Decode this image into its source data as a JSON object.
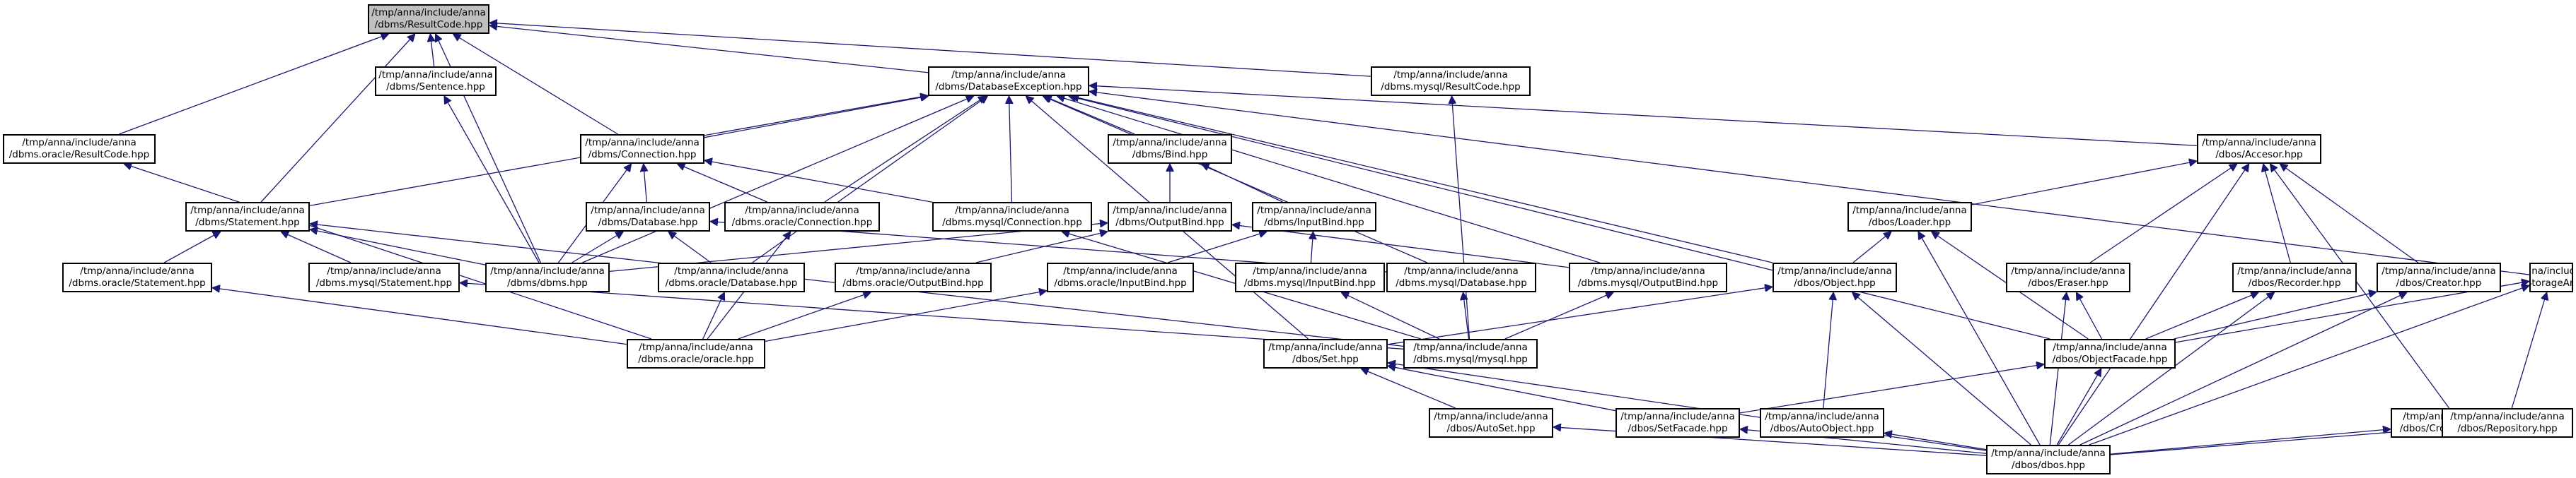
{
  "colors": {
    "edge": "#191970",
    "node_border": "#000000",
    "root_fill": "#bfbfbf",
    "node_fill": "#ffffff"
  },
  "nodes": {
    "resultcode": {
      "line1": "/tmp/anna/include/anna",
      "line2": "/dbms/ResultCode.hpp"
    },
    "sentence": {
      "line1": "/tmp/anna/include/anna",
      "line2": "/dbms/Sentence.hpp"
    },
    "dbexception": {
      "line1": "/tmp/anna/include/anna",
      "line2": "/dbms/DatabaseException.hpp"
    },
    "mysql_resultcode": {
      "line1": "/tmp/anna/include/anna",
      "line2": "/dbms.mysql/ResultCode.hpp"
    },
    "oracle_resultcode": {
      "line1": "/tmp/anna/include/anna",
      "line2": "/dbms.oracle/ResultCode.hpp"
    },
    "connection": {
      "line1": "/tmp/anna/include/anna",
      "line2": "/dbms/Connection.hpp"
    },
    "bind": {
      "line1": "/tmp/anna/include/anna",
      "line2": "/dbms/Bind.hpp"
    },
    "accesor": {
      "line1": "/tmp/anna/include/anna",
      "line2": "/dbos/Accesor.hpp"
    },
    "statement": {
      "line1": "/tmp/anna/include/anna",
      "line2": "/dbms/Statement.hpp"
    },
    "database": {
      "line1": "/tmp/anna/include/anna",
      "line2": "/dbms/Database.hpp"
    },
    "oracle_connection": {
      "line1": "/tmp/anna/include/anna",
      "line2": "/dbms.oracle/Connection.hpp"
    },
    "mysql_connection": {
      "line1": "/tmp/anna/include/anna",
      "line2": "/dbms.mysql/Connection.hpp"
    },
    "outputbind": {
      "line1": "/tmp/anna/include/anna",
      "line2": "/dbms/OutputBind.hpp"
    },
    "inputbind": {
      "line1": "/tmp/anna/include/anna",
      "line2": "/dbms/InputBind.hpp"
    },
    "loader": {
      "line1": "/tmp/anna/include/anna",
      "line2": "/dbos/Loader.hpp"
    },
    "oracle_statement": {
      "line1": "/tmp/anna/include/anna",
      "line2": "/dbms.oracle/Statement.hpp"
    },
    "mysql_statement": {
      "line1": "/tmp/anna/include/anna",
      "line2": "/dbms.mysql/Statement.hpp"
    },
    "dbms": {
      "line1": "/tmp/anna/include/anna",
      "line2": "/dbms/dbms.hpp"
    },
    "oracle_database": {
      "line1": "/tmp/anna/include/anna",
      "line2": "/dbms.oracle/Database.hpp"
    },
    "oracle_outputbind": {
      "line1": "/tmp/anna/include/anna",
      "line2": "/dbms.oracle/OutputBind.hpp"
    },
    "oracle_inputbind": {
      "line1": "/tmp/anna/include/anna",
      "line2": "/dbms.oracle/InputBind.hpp"
    },
    "mysql_inputbind": {
      "line1": "/tmp/anna/include/anna",
      "line2": "/dbms.mysql/InputBind.hpp"
    },
    "mysql_database": {
      "line1": "/tmp/anna/include/anna",
      "line2": "/dbms.mysql/Database.hpp"
    },
    "mysql_outputbind": {
      "line1": "/tmp/anna/include/anna",
      "line2": "/dbms.mysql/OutputBind.hpp"
    },
    "object": {
      "line1": "/tmp/anna/include/anna",
      "line2": "/dbos/Object.hpp"
    },
    "eraser": {
      "line1": "/tmp/anna/include/anna",
      "line2": "/dbos/Eraser.hpp"
    },
    "recorder": {
      "line1": "/tmp/anna/include/anna",
      "line2": "/dbos/Recorder.hpp"
    },
    "creator": {
      "line1": "/tmp/anna/include/anna",
      "line2": "/dbos/Creator.hpp"
    },
    "storagearea": {
      "line1": "/tmp/anna/include/anna",
      "line2": "/dbos/StorageArea.hpp"
    },
    "oracle_oracle": {
      "line1": "/tmp/anna/include/anna",
      "line2": "/dbms.oracle/oracle.hpp"
    },
    "set": {
      "line1": "/tmp/anna/include/anna",
      "line2": "/dbos/Set.hpp"
    },
    "mysql_mysql": {
      "line1": "/tmp/anna/include/anna",
      "line2": "/dbms.mysql/mysql.hpp"
    },
    "objectfacade": {
      "line1": "/tmp/anna/include/anna",
      "line2": "/dbos/ObjectFacade.hpp"
    },
    "autoset": {
      "line1": "/tmp/anna/include/anna",
      "line2": "/dbos/AutoSet.hpp"
    },
    "setfacade": {
      "line1": "/tmp/anna/include/anna",
      "line2": "/dbos/SetFacade.hpp"
    },
    "autoobject": {
      "line1": "/tmp/anna/include/anna",
      "line2": "/dbos/AutoObject.hpp"
    },
    "crossedloader": {
      "line1": "/tmp/anna/include/anna",
      "line2": "/dbos/CrossedLoader.hpp"
    },
    "repository": {
      "line1": "/tmp/anna/include/anna",
      "line2": "/dbos/Repository.hpp"
    },
    "dbos": {
      "line1": "/tmp/anna/include/anna",
      "line2": "/dbos/dbos.hpp"
    }
  },
  "edges": [
    [
      "sentence",
      "resultcode"
    ],
    [
      "dbexception",
      "resultcode"
    ],
    [
      "mysql_resultcode",
      "resultcode"
    ],
    [
      "oracle_resultcode",
      "resultcode"
    ],
    [
      "statement",
      "resultcode"
    ],
    [
      "connection",
      "resultcode"
    ],
    [
      "dbms",
      "resultcode"
    ],
    [
      "dbms",
      "sentence"
    ],
    [
      "connection",
      "dbexception"
    ],
    [
      "bind",
      "dbexception"
    ],
    [
      "accesor",
      "dbexception"
    ],
    [
      "statement",
      "dbexception"
    ],
    [
      "oracle_connection",
      "dbexception"
    ],
    [
      "mysql_connection",
      "dbexception"
    ],
    [
      "object",
      "dbexception"
    ],
    [
      "storagearea",
      "dbexception"
    ],
    [
      "dbms",
      "dbexception"
    ],
    [
      "oracle_database",
      "dbexception"
    ],
    [
      "mysql_database",
      "dbexception"
    ],
    [
      "mysql_outputbind",
      "dbexception"
    ],
    [
      "objectfacade",
      "dbexception"
    ],
    [
      "set",
      "dbexception"
    ],
    [
      "mysql_mysql",
      "mysql_resultcode"
    ],
    [
      "oracle_oracle",
      "oracle_resultcode"
    ],
    [
      "database",
      "connection"
    ],
    [
      "oracle_connection",
      "connection"
    ],
    [
      "mysql_connection",
      "connection"
    ],
    [
      "dbms",
      "connection"
    ],
    [
      "outputbind",
      "bind"
    ],
    [
      "inputbind",
      "bind"
    ],
    [
      "loader",
      "accesor"
    ],
    [
      "eraser",
      "accesor"
    ],
    [
      "recorder",
      "accesor"
    ],
    [
      "creator",
      "accesor"
    ],
    [
      "crossedloader",
      "accesor"
    ],
    [
      "dbos",
      "accesor"
    ],
    [
      "oracle_statement",
      "statement"
    ],
    [
      "mysql_statement",
      "statement"
    ],
    [
      "dbms",
      "statement"
    ],
    [
      "mysql_mysql",
      "statement"
    ],
    [
      "dbms",
      "database"
    ],
    [
      "oracle_database",
      "database"
    ],
    [
      "mysql_database",
      "database"
    ],
    [
      "oracle_oracle",
      "oracle_connection"
    ],
    [
      "mysql_mysql",
      "mysql_connection"
    ],
    [
      "dbms",
      "outputbind"
    ],
    [
      "oracle_outputbind",
      "outputbind"
    ],
    [
      "mysql_outputbind",
      "outputbind"
    ],
    [
      "oracle_inputbind",
      "inputbind"
    ],
    [
      "mysql_inputbind",
      "inputbind"
    ],
    [
      "object",
      "loader"
    ],
    [
      "objectfacade",
      "loader"
    ],
    [
      "dbos",
      "loader"
    ],
    [
      "oracle_oracle",
      "oracle_statement"
    ],
    [
      "mysql_mysql",
      "mysql_statement"
    ],
    [
      "oracle_oracle",
      "oracle_database"
    ],
    [
      "oracle_oracle",
      "oracle_outputbind"
    ],
    [
      "oracle_oracle",
      "oracle_inputbind"
    ],
    [
      "mysql_mysql",
      "mysql_inputbind"
    ],
    [
      "mysql_mysql",
      "mysql_database"
    ],
    [
      "mysql_mysql",
      "mysql_outputbind"
    ],
    [
      "set",
      "object"
    ],
    [
      "autoobject",
      "object"
    ],
    [
      "dbos",
      "object"
    ],
    [
      "objectfacade",
      "eraser"
    ],
    [
      "dbos",
      "eraser"
    ],
    [
      "objectfacade",
      "recorder"
    ],
    [
      "dbos",
      "recorder"
    ],
    [
      "objectfacade",
      "creator"
    ],
    [
      "dbos",
      "creator"
    ],
    [
      "objectfacade",
      "storagearea"
    ],
    [
      "repository",
      "storagearea"
    ],
    [
      "dbos",
      "storagearea"
    ],
    [
      "autoset",
      "set"
    ],
    [
      "setfacade",
      "set"
    ],
    [
      "dbos",
      "set"
    ],
    [
      "setfacade",
      "objectfacade"
    ],
    [
      "dbos",
      "objectfacade"
    ],
    [
      "dbos",
      "autoset"
    ],
    [
      "dbos",
      "setfacade"
    ],
    [
      "dbos",
      "autoobject"
    ],
    [
      "dbos",
      "crossedloader"
    ],
    [
      "dbos",
      "repository"
    ]
  ]
}
